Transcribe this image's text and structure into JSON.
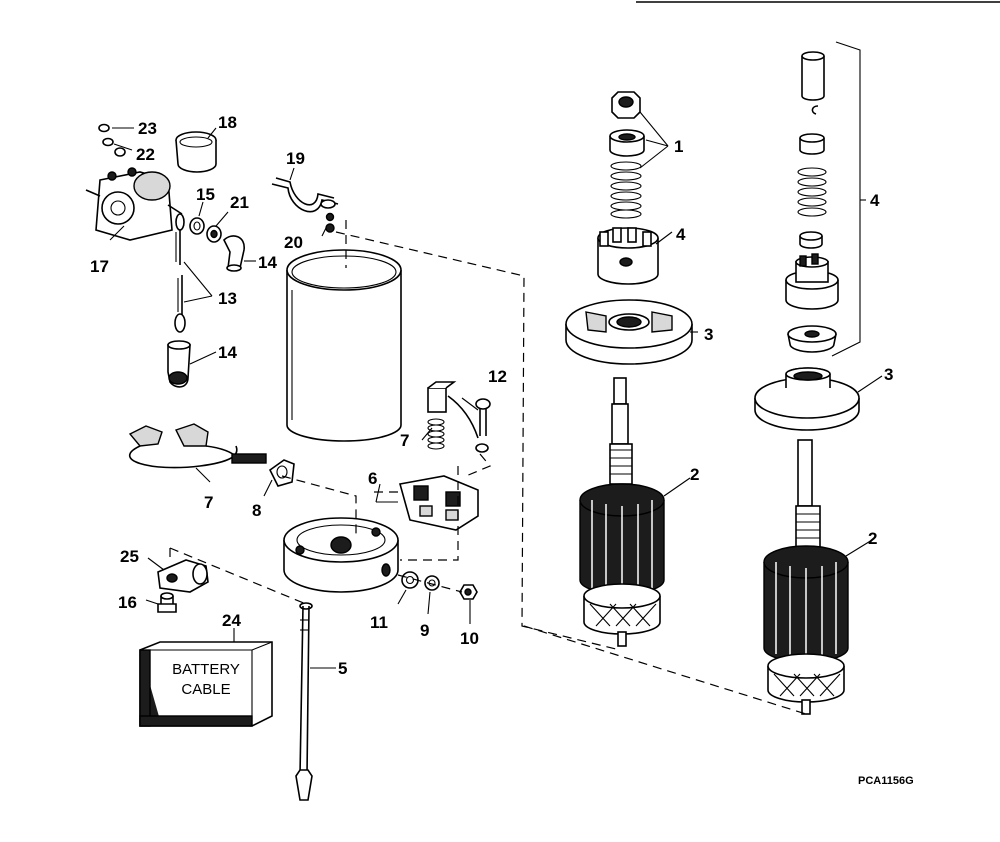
{
  "diagram": {
    "callouts": [
      "1",
      "2",
      "3",
      "4",
      "5",
      "6",
      "7",
      "8",
      "9",
      "10",
      "11",
      "12",
      "13",
      "14",
      "15",
      "16",
      "17",
      "18",
      "19",
      "20",
      "21",
      "22",
      "23",
      "24",
      "25"
    ],
    "battery_cable_label": [
      "BATTERY",
      "CABLE"
    ],
    "figure_code": "PCA1156G"
  }
}
